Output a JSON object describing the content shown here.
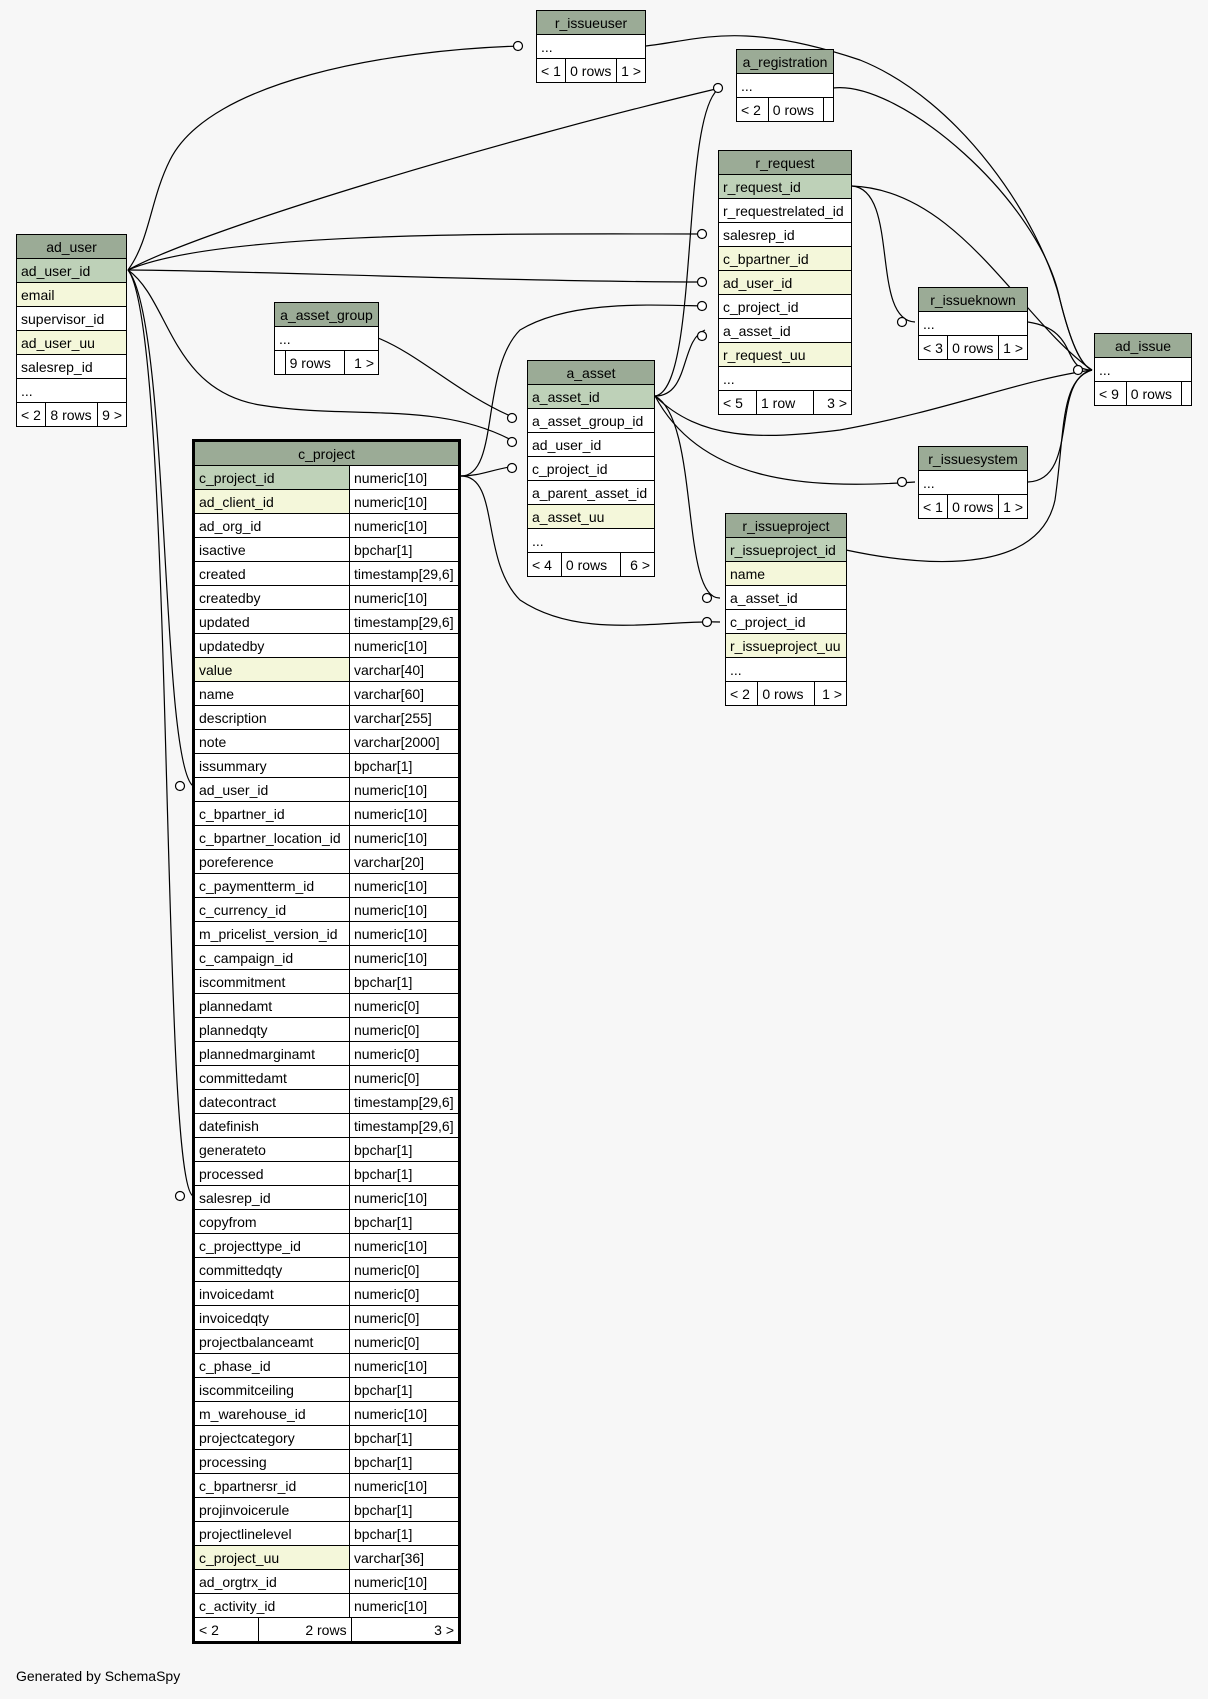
{
  "footer": "Generated by SchemaSpy",
  "tables": {
    "r_issueuser": {
      "name": "r_issueuser",
      "rows": [
        "..."
      ],
      "footer": [
        "< 1",
        "0 rows",
        "1 >"
      ]
    },
    "a_registration": {
      "name": "a_registration",
      "rows": [
        "..."
      ],
      "footer": [
        "< 2",
        "0 rows",
        ""
      ]
    },
    "r_request": {
      "name": "r_request",
      "rows": [
        "r_request_id",
        "r_requestrelated_id",
        "salesrep_id",
        "c_bpartner_id",
        "ad_user_id",
        "c_project_id",
        "a_asset_id",
        "r_request_uu",
        "..."
      ],
      "footer": [
        "< 5",
        "1 row",
        "3 >"
      ]
    },
    "r_issueknown": {
      "name": "r_issueknown",
      "rows": [
        "..."
      ],
      "footer": [
        "< 3",
        "0 rows",
        "1 >"
      ]
    },
    "ad_issue": {
      "name": "ad_issue",
      "rows": [
        "..."
      ],
      "footer": [
        "< 9",
        "0 rows",
        ""
      ]
    },
    "ad_user": {
      "name": "ad_user",
      "rows": [
        "ad_user_id",
        "email",
        "supervisor_id",
        "ad_user_uu",
        "salesrep_id",
        "..."
      ],
      "footer": [
        "< 2",
        "8 rows",
        "9 >"
      ]
    },
    "a_asset_group": {
      "name": "a_asset_group",
      "rows": [
        "..."
      ],
      "footer": [
        "",
        "9 rows",
        "1 >"
      ]
    },
    "a_asset": {
      "name": "a_asset",
      "rows": [
        "a_asset_id",
        "a_asset_group_id",
        "ad_user_id",
        "c_project_id",
        "a_parent_asset_id",
        "a_asset_uu",
        "..."
      ],
      "footer": [
        "< 4",
        "0 rows",
        "6 >"
      ]
    },
    "r_issuesystem": {
      "name": "r_issuesystem",
      "rows": [
        "..."
      ],
      "footer": [
        "< 1",
        "0 rows",
        "1 >"
      ]
    },
    "r_issueproject": {
      "name": "r_issueproject",
      "rows": [
        "r_issueproject_id",
        "name",
        "a_asset_id",
        "c_project_id",
        "r_issueproject_uu",
        "..."
      ],
      "footer": [
        "< 2",
        "0 rows",
        "1 >"
      ]
    }
  },
  "c_project": {
    "name": "c_project",
    "columns": [
      [
        "c_project_id",
        "numeric[10]"
      ],
      [
        "ad_client_id",
        "numeric[10]"
      ],
      [
        "ad_org_id",
        "numeric[10]"
      ],
      [
        "isactive",
        "bpchar[1]"
      ],
      [
        "created",
        "timestamp[29,6]"
      ],
      [
        "createdby",
        "numeric[10]"
      ],
      [
        "updated",
        "timestamp[29,6]"
      ],
      [
        "updatedby",
        "numeric[10]"
      ],
      [
        "value",
        "varchar[40]"
      ],
      [
        "name",
        "varchar[60]"
      ],
      [
        "description",
        "varchar[255]"
      ],
      [
        "note",
        "varchar[2000]"
      ],
      [
        "issummary",
        "bpchar[1]"
      ],
      [
        "ad_user_id",
        "numeric[10]"
      ],
      [
        "c_bpartner_id",
        "numeric[10]"
      ],
      [
        "c_bpartner_location_id",
        "numeric[10]"
      ],
      [
        "poreference",
        "varchar[20]"
      ],
      [
        "c_paymentterm_id",
        "numeric[10]"
      ],
      [
        "c_currency_id",
        "numeric[10]"
      ],
      [
        "m_pricelist_version_id",
        "numeric[10]"
      ],
      [
        "c_campaign_id",
        "numeric[10]"
      ],
      [
        "iscommitment",
        "bpchar[1]"
      ],
      [
        "plannedamt",
        "numeric[0]"
      ],
      [
        "plannedqty",
        "numeric[0]"
      ],
      [
        "plannedmarginamt",
        "numeric[0]"
      ],
      [
        "committedamt",
        "numeric[0]"
      ],
      [
        "datecontract",
        "timestamp[29,6]"
      ],
      [
        "datefinish",
        "timestamp[29,6]"
      ],
      [
        "generateto",
        "bpchar[1]"
      ],
      [
        "processed",
        "bpchar[1]"
      ],
      [
        "salesrep_id",
        "numeric[10]"
      ],
      [
        "copyfrom",
        "bpchar[1]"
      ],
      [
        "c_projecttype_id",
        "numeric[10]"
      ],
      [
        "committedqty",
        "numeric[0]"
      ],
      [
        "invoicedamt",
        "numeric[0]"
      ],
      [
        "invoicedqty",
        "numeric[0]"
      ],
      [
        "projectbalanceamt",
        "numeric[0]"
      ],
      [
        "c_phase_id",
        "numeric[10]"
      ],
      [
        "iscommitceiling",
        "bpchar[1]"
      ],
      [
        "m_warehouse_id",
        "numeric[10]"
      ],
      [
        "projectcategory",
        "bpchar[1]"
      ],
      [
        "processing",
        "bpchar[1]"
      ],
      [
        "c_bpartnersr_id",
        "numeric[10]"
      ],
      [
        "projinvoicerule",
        "bpchar[1]"
      ],
      [
        "projectlinelevel",
        "bpchar[1]"
      ],
      [
        "c_project_uu",
        "varchar[36]"
      ],
      [
        "ad_orgtrx_id",
        "numeric[10]"
      ],
      [
        "c_activity_id",
        "numeric[10]"
      ]
    ],
    "footer": [
      "< 2",
      "2 rows",
      "3 >"
    ]
  }
}
